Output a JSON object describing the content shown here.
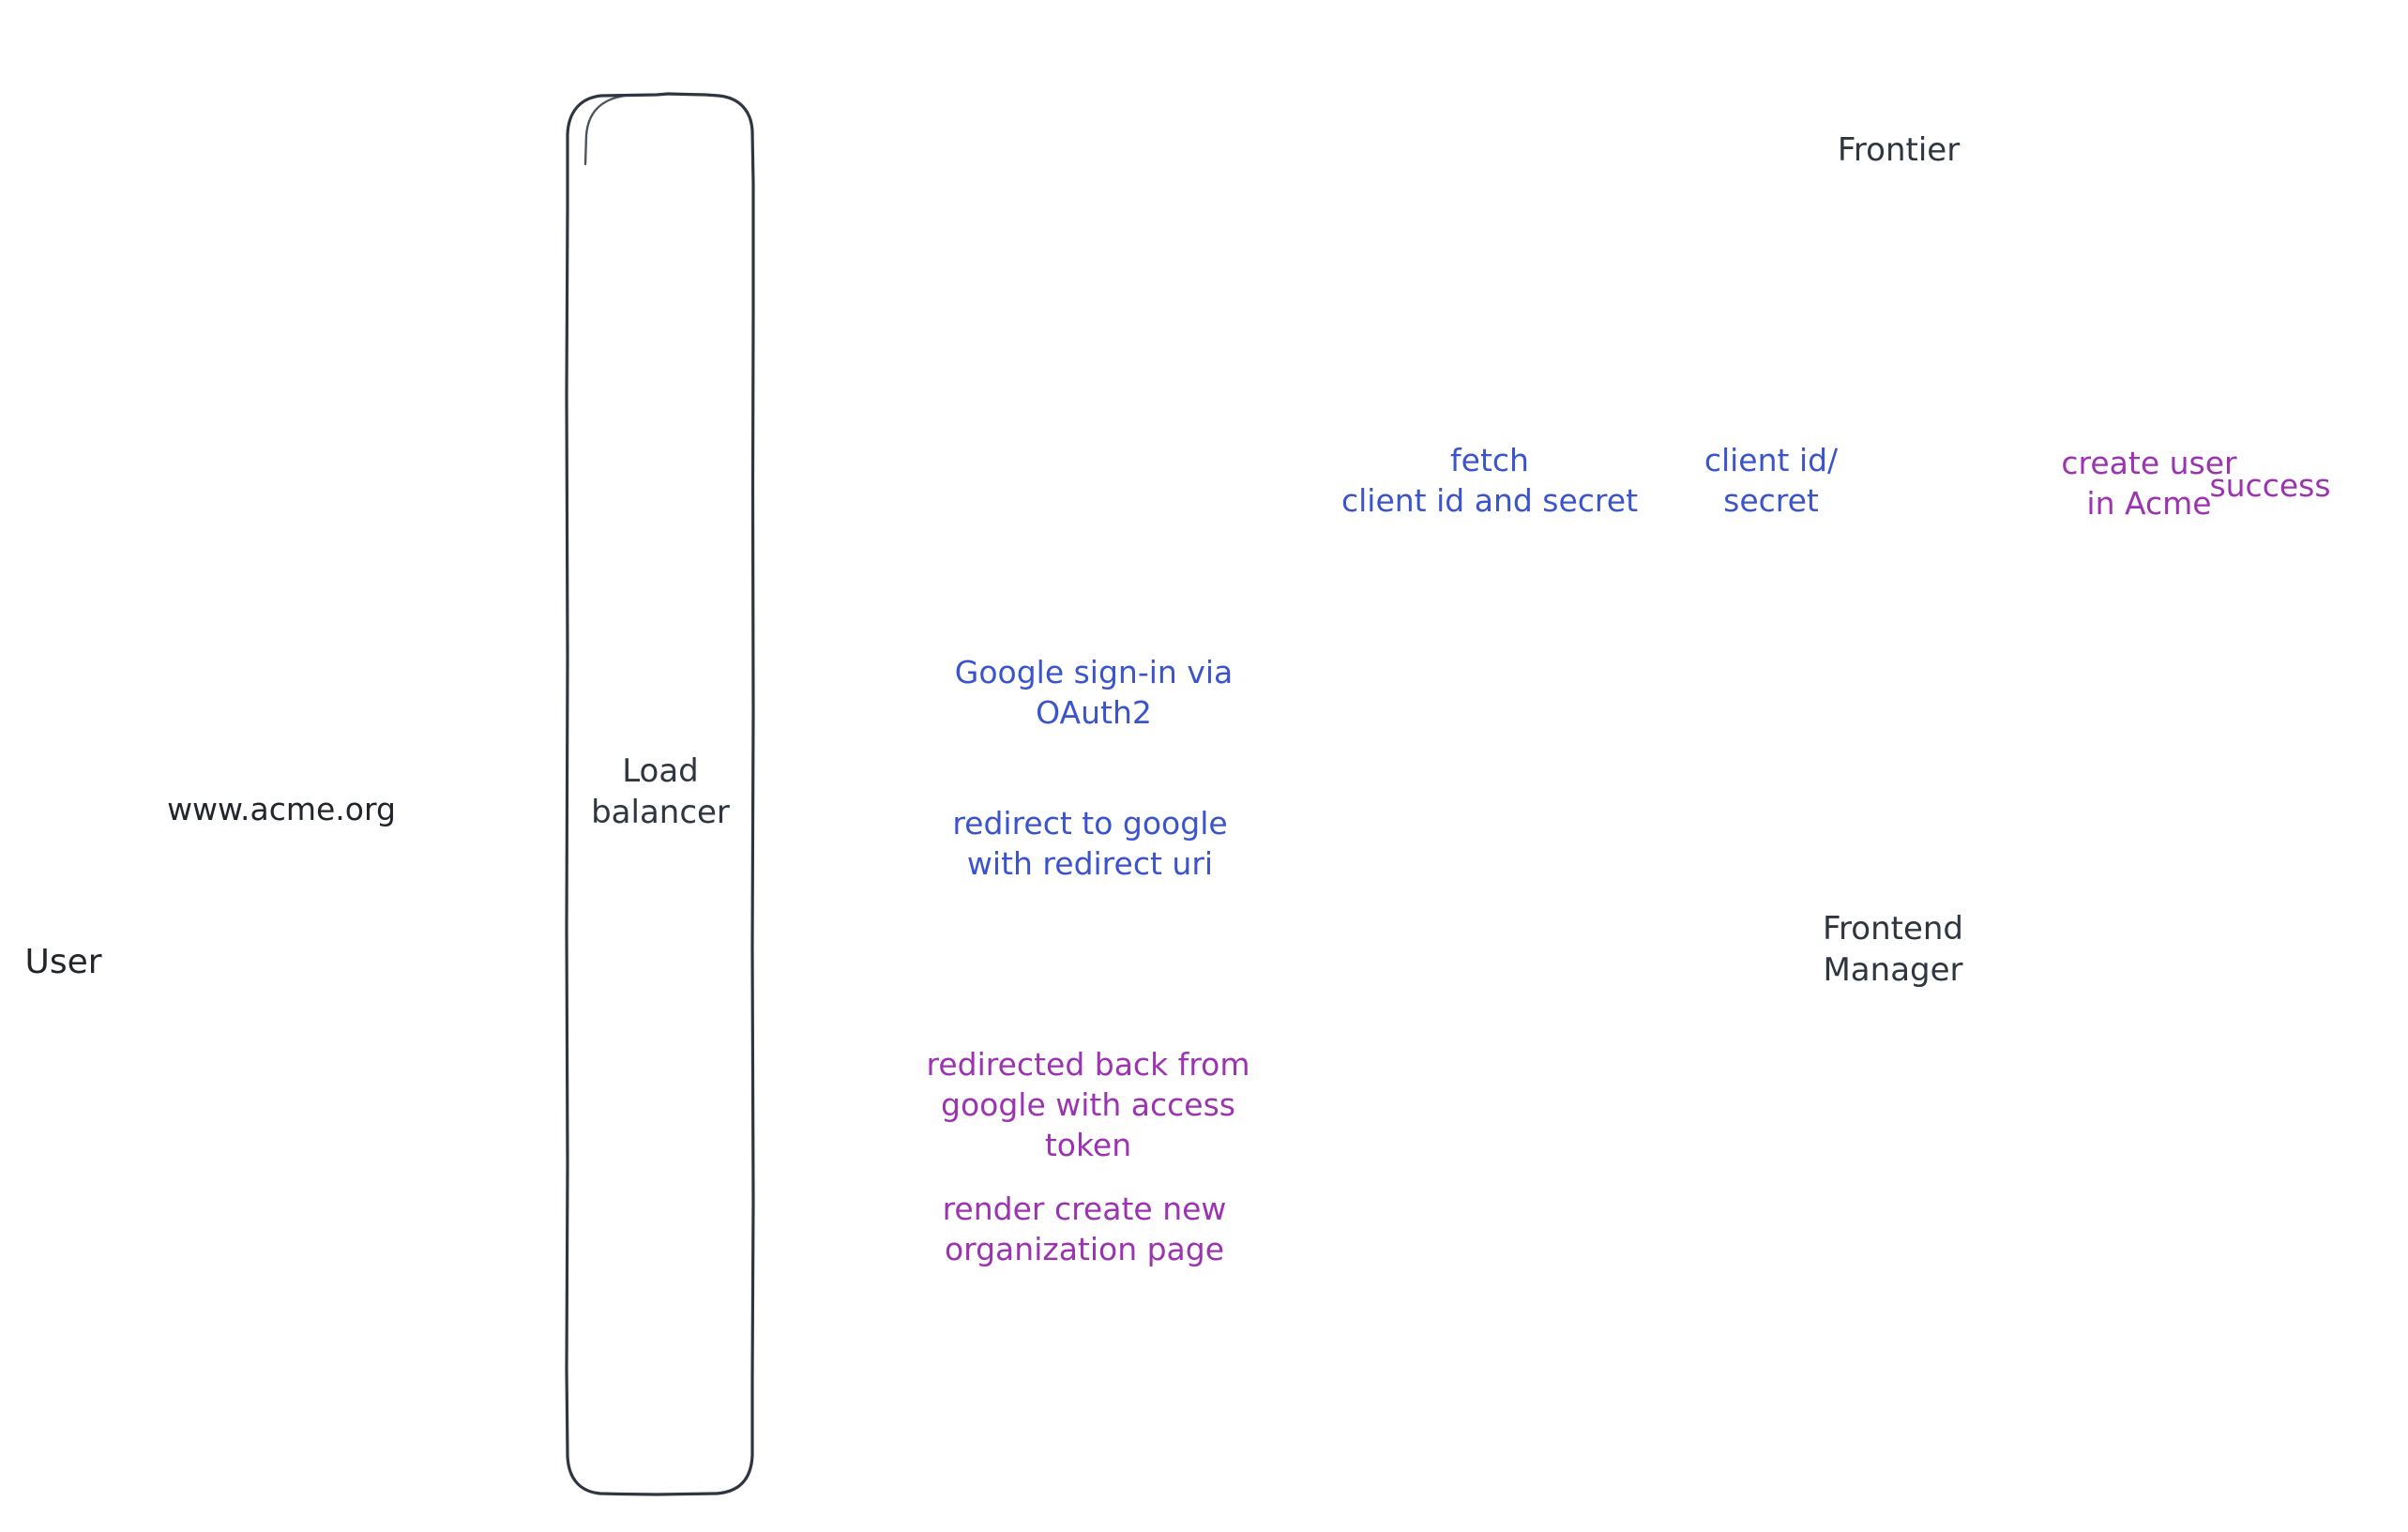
{
  "diagram": {
    "title": "Google OAuth2 sign-in sequence diagram",
    "background": "#ffffff",
    "colors": {
      "node_stroke": "#2f3640",
      "actor_stroke": "#12161a",
      "blue": "#3b54cc",
      "purple": "#9c33b0",
      "dark": "#22262b",
      "hatch": "#c3cbd6"
    }
  },
  "actor": {
    "name": "User",
    "label": "User"
  },
  "nodes": [
    {
      "id": "load-balancer",
      "label": "Load\nbalancer",
      "shape": "rounded-rect"
    },
    {
      "id": "frontier",
      "label": "Frontier",
      "shape": "rounded-rect"
    },
    {
      "id": "frontend-manager",
      "label": "Frontend\nManager",
      "shape": "rounded-rect"
    }
  ],
  "edges": [
    {
      "id": "user-to-lb",
      "label": "www.acme.org",
      "color": "#22262b",
      "style": "solid",
      "direction": "right",
      "from": "user",
      "to": "load-balancer"
    },
    {
      "id": "lb-to-user",
      "label": "",
      "color": "#22262b",
      "style": "solid",
      "direction": "left",
      "from": "load-balancer",
      "to": "user"
    },
    {
      "id": "fetch-client-id-and-secret",
      "label": "fetch\nclient id and secret",
      "color": "#3b54cc",
      "style": "solid",
      "direction": "up",
      "from": "frontend-manager",
      "to": "frontier"
    },
    {
      "id": "client-id-secret",
      "label": "client id/\nsecret",
      "color": "#3b54cc",
      "style": "dashed",
      "direction": "down",
      "from": "frontier",
      "to": "frontend-manager"
    },
    {
      "id": "create-user-in-acme",
      "label": "create user\nin Acme",
      "color": "#9c33b0",
      "style": "solid",
      "direction": "up",
      "from": "frontend-manager",
      "to": "frontier"
    },
    {
      "id": "success",
      "label": "success",
      "color": "#9c33b0",
      "style": "dashed",
      "direction": "down",
      "from": "frontier",
      "to": "frontend-manager"
    },
    {
      "id": "google-sign-in-via-oauth2",
      "label": "Google sign-in via\nOAuth2",
      "color": "#3b54cc",
      "style": "solid",
      "direction": "right",
      "from": "load-balancer",
      "to": "frontend-manager"
    },
    {
      "id": "redirect-to-google",
      "label": "redirect to google\nwith redirect uri",
      "color": "#3b54cc",
      "style": "dashed",
      "direction": "left",
      "from": "frontend-manager",
      "to": "load-balancer"
    },
    {
      "id": "redirected-back-from-google",
      "label": "redirected back from\ngoogle with access\ntoken",
      "color": "#9c33b0",
      "style": "solid",
      "direction": "right",
      "from": "load-balancer",
      "to": "frontend-manager"
    },
    {
      "id": "render-create-new-organization-page",
      "label": "render create new\norganization page",
      "color": "#9c33b0",
      "style": "dashed",
      "direction": "left",
      "from": "frontend-manager",
      "to": "load-balancer"
    }
  ]
}
